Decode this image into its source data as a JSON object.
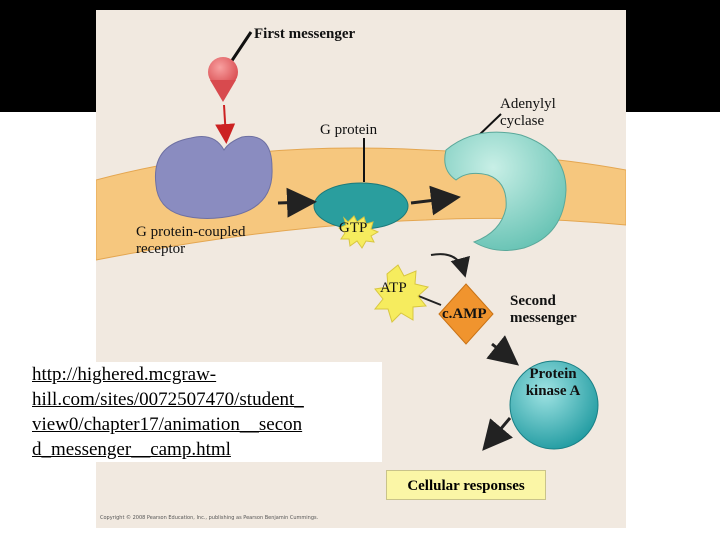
{
  "labels": {
    "first_messenger": "First messenger",
    "g_protein": "G protein",
    "adenylyl_cyclase_line1": "Adenylyl",
    "adenylyl_cyclase_line2": "cyclase",
    "gpcr_line1": "G protein-coupled",
    "gpcr_line2": "receptor",
    "gtp": "GTP",
    "atp": "ATP",
    "camp": "c.AMP",
    "second_messenger_line1": "Second",
    "second_messenger_line2": "messenger",
    "protein_kinase_line1": "Protein",
    "protein_kinase_line2": "kinase A",
    "cellular_responses": "Cellular responses"
  },
  "link": {
    "lines": [
      "http://highered.mcgraw-",
      "hill.com/sites/0072507470/student_",
      "view0/chapter17/animation__secon",
      "d_messenger__camp.html"
    ]
  },
  "copyright": "Copyright © 2008 Pearson Education, Inc., publishing as Pearson Benjamin Cummings.",
  "colors": {
    "membrane": "#f6c77e",
    "receptor": "#8a8cc0",
    "g_protein": "#2a9e9e",
    "adenylyl_cyclase": "#86d1c4",
    "messenger": "#e8676a",
    "camp": "#f0942e",
    "atp_burst": "#f6ec5e",
    "response_box": "#fbf6a6"
  }
}
